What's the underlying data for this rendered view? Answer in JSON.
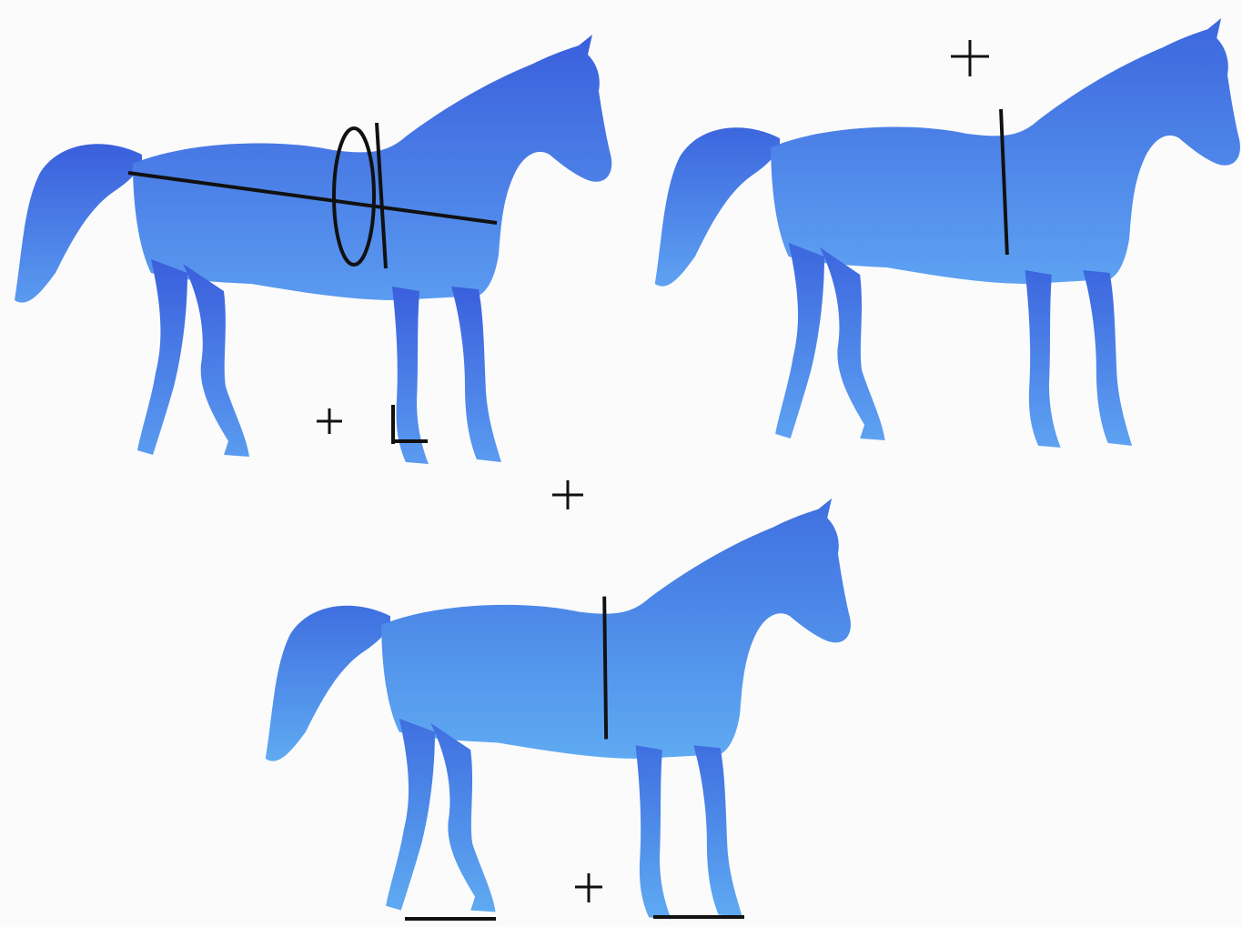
{
  "figure": {
    "background": "#fbfbfc",
    "panels": [
      {
        "id": "top-left",
        "horse_color_top": "#3a5fdc",
        "horse_color_bottom": "#5a9bf0",
        "measurements": [
          "body-length-line",
          "chest-girth-ellipse",
          "height-line",
          "cannon-girth-mark"
        ]
      },
      {
        "id": "top-right",
        "horse_color_top": "#3c66de",
        "horse_color_bottom": "#5ea2f2",
        "measurements": [
          "height-line"
        ]
      },
      {
        "id": "bottom",
        "horse_color_top": "#3f6fe0",
        "horse_color_bottom": "#5faaf2",
        "measurements": [
          "height-line",
          "hind-hoof-line",
          "front-hoof-line"
        ]
      }
    ],
    "registration_mark_count": 4,
    "line_color": "#111111"
  }
}
